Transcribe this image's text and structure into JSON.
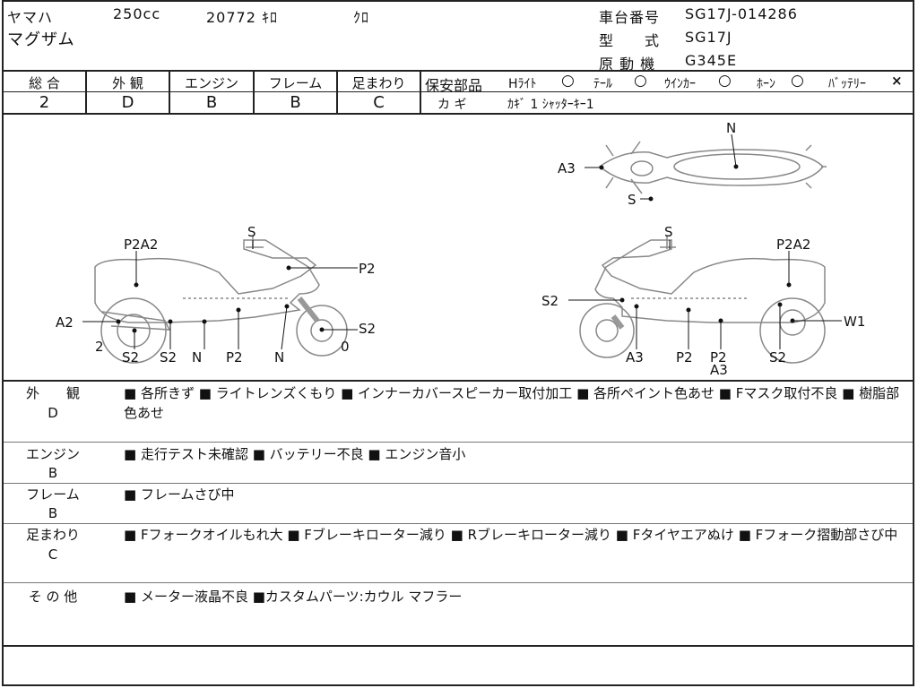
{
  "header": {
    "maker": "ヤマハ",
    "cc": "250cc",
    "mileage": "20772 ｷﾛ",
    "color": "ｸﾛ",
    "model": "マグザム",
    "frame_label": "車台番号",
    "frame_no": "SG17J-014286",
    "type_label": "型　　式",
    "type_no": "SG17J",
    "engine_label": "原 動 機",
    "engine_no": "G345E"
  },
  "grades": {
    "headers": [
      "総 合",
      "外 観",
      "エンジン",
      "フレーム",
      "足まわり"
    ],
    "values": [
      "2",
      "D",
      "B",
      "B",
      "C"
    ]
  },
  "safety": {
    "label": "保安部品",
    "items": [
      {
        "name": "Hﾗｲﾄ",
        "mark": "○"
      },
      {
        "name": "ﾃｰﾙ",
        "mark": "○"
      },
      {
        "name": "ｳｲﾝｶｰ",
        "mark": "○"
      },
      {
        "name": "ﾎｰﾝ",
        "mark": "○"
      },
      {
        "name": "ﾊﾞｯﾃﾘｰ",
        "mark": "×"
      }
    ],
    "key_label": "カ ギ",
    "key_value": "ｶｷﾞ 1 ｼｬｯﾀｰｷｰ1"
  },
  "diagram": {
    "top": {
      "N": "N",
      "A3": "A3",
      "S": "S"
    },
    "left": {
      "S": "S",
      "P2A2": "P2A2",
      "P2": "P2",
      "A2": "A2",
      "S2r": "S2",
      "two": "2",
      "zero": "0",
      "bottom": [
        "S2",
        "S2",
        "N",
        "P2",
        "N"
      ]
    },
    "right": {
      "S": "S",
      "P2A2": "P2A2",
      "S2": "S2",
      "W1": "W1",
      "bottom": [
        "A3",
        "P2",
        "P2",
        "S2"
      ],
      "sub": "A3"
    }
  },
  "sections": [
    {
      "label": "外　　観",
      "grade": "D",
      "text": "■ 各所きず ■ ライトレンズくもり ■ インナーカバースピーカー取付加工 ■ 各所ペイント色あせ ■ Fマスク取付不良 ■ 樹脂部色あせ"
    },
    {
      "label": "エンジン",
      "grade": "B",
      "text": "■ 走行テスト未確認 ■ バッテリー不良 ■ エンジン音小"
    },
    {
      "label": "フレーム",
      "grade": "B",
      "text": "■ フレームさび中"
    },
    {
      "label": "足まわり",
      "grade": "C",
      "text": "■ Fフォークオイルもれ大 ■ Fブレーキローター減り ■ Rブレーキローター減り ■ Fタイヤエアぬけ ■ Fフォーク摺動部さび中"
    },
    {
      "label": "そ の 他",
      "grade": "",
      "text": "■ メーター液晶不良 ■カスタムパーツ:カウル マフラー"
    }
  ]
}
